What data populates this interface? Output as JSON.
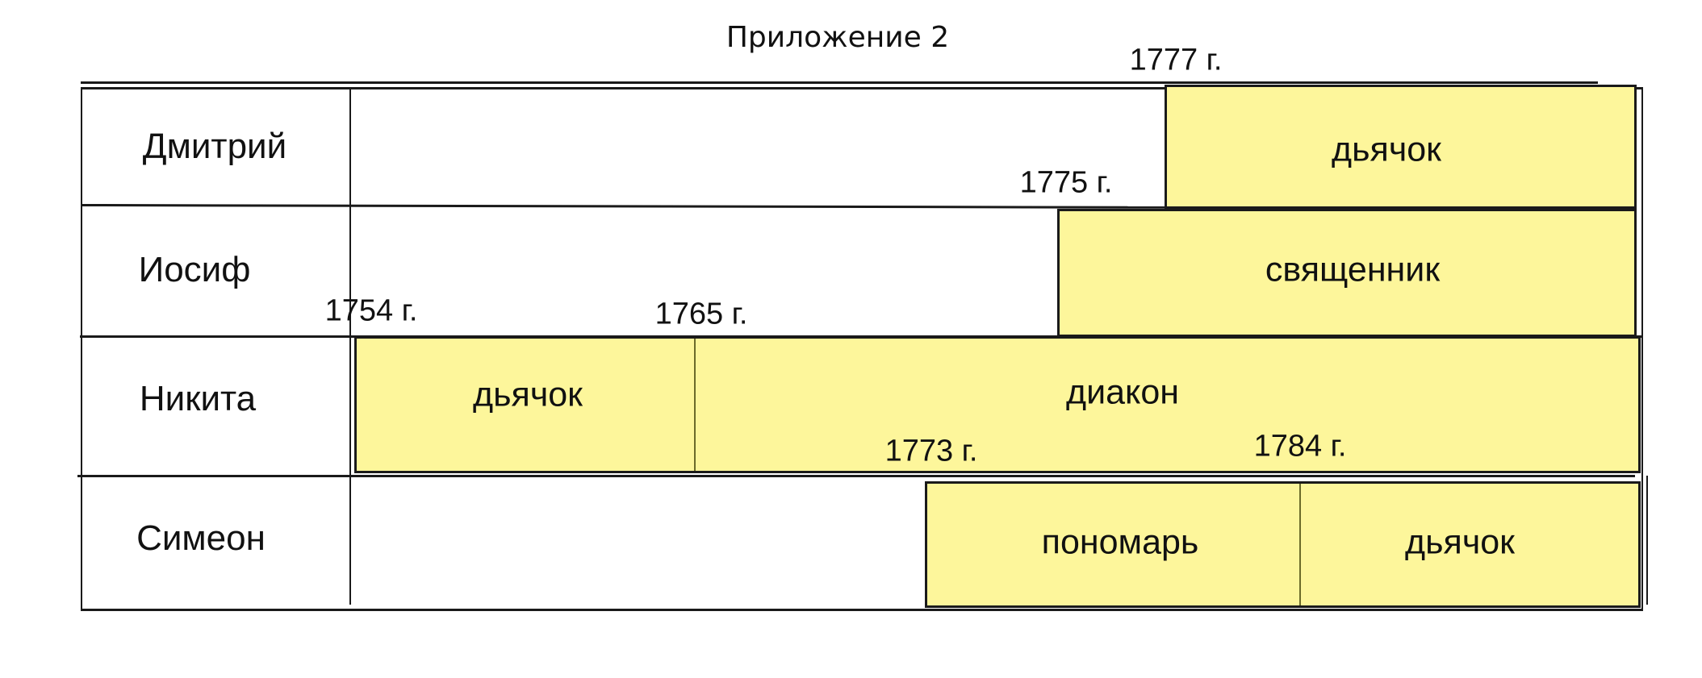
{
  "title": "Приложение 2",
  "rows": [
    {
      "name": "Дмитрий",
      "roles": [
        "дьячок"
      ]
    },
    {
      "name": "Иосиф",
      "roles": [
        "священник"
      ]
    },
    {
      "name": "Никита",
      "roles": [
        "дьячок",
        "диакон"
      ]
    },
    {
      "name": "Симеон",
      "roles": [
        "пономарь",
        "дьячок"
      ]
    }
  ],
  "years": {
    "y1777": "1777 г.",
    "y1775": "1775 г.",
    "y1754": "1754 г.",
    "y1765": "1765 г.",
    "y1773": "1773 г.",
    "y1784": "1784 г."
  },
  "colors": {
    "highlight": "#fdf69b",
    "line": "#1a1a1a"
  }
}
